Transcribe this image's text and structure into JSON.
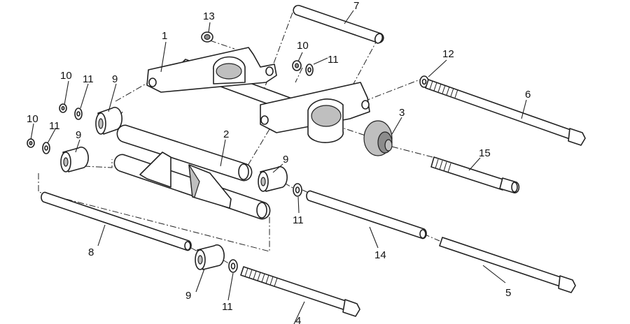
{
  "callouts": {
    "c1": "1",
    "c2": "2",
    "c3": "3",
    "c4": "4",
    "c5": "5",
    "c6": "6",
    "c7": "7",
    "c8": "8",
    "c9a": "9",
    "c9b": "9",
    "c9c": "9",
    "c9d": "9",
    "c10a": "10",
    "c10b": "10",
    "c10c": "10",
    "c11a": "11",
    "c11b": "11",
    "c11c": "11",
    "c11d": "11",
    "c11e": "11",
    "c12": "12",
    "c13": "13",
    "c14": "14",
    "c15": "15"
  }
}
